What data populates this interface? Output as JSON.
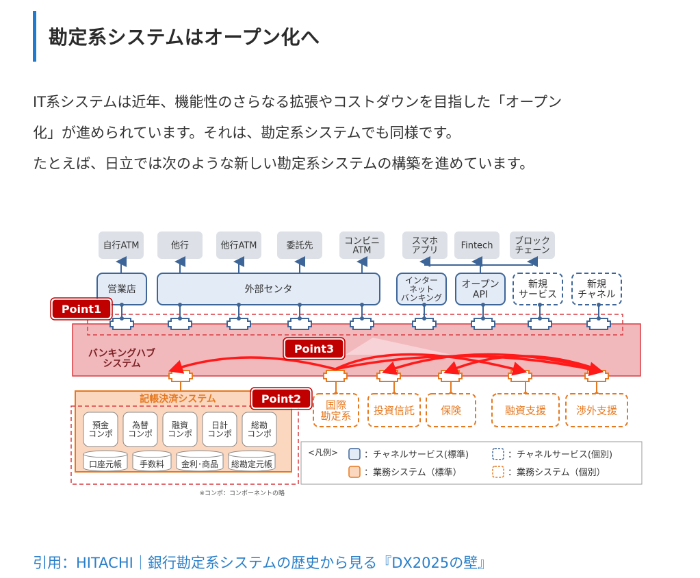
{
  "article": {
    "heading": "勘定系システムはオープン化へ",
    "paragraph_lines": [
      "IT系システムは近年、機能性のさらなる拡張やコストダウンを目指した「オープン",
      "化」が進められています。それは、勘定系システムでも同様です。",
      "たとえば、日立では次のような新しい勘定系システムの構築を進めています。"
    ],
    "citation": "引用：HITACHI｜銀行勘定系システムの歴史から見る『DX2025の壁』"
  },
  "diagram": {
    "top_endpoints": [
      {
        "label": [
          "自行ATM"
        ]
      },
      {
        "label": [
          "他行"
        ]
      },
      {
        "label": [
          "他行ATM"
        ]
      },
      {
        "label": [
          "委託先"
        ]
      },
      {
        "label": [
          "コンビニ",
          "ATM"
        ]
      },
      {
        "label": [
          "スマホ",
          "アプリ"
        ]
      },
      {
        "label": [
          "Fintech"
        ]
      },
      {
        "label": [
          "ブロック",
          "チェーン"
        ]
      }
    ],
    "channels": [
      {
        "label": [
          "営業店"
        ],
        "style": "standard"
      },
      {
        "label": [
          "外部センタ"
        ],
        "style": "standard"
      },
      {
        "label": [
          "インター",
          "ネット",
          "バンキング"
        ],
        "style": "standard"
      },
      {
        "label": [
          "オープン",
          "API"
        ],
        "style": "standard"
      },
      {
        "label": [
          "新規",
          "サービス"
        ],
        "style": "individual"
      },
      {
        "label": [
          "新規",
          "チャネル"
        ],
        "style": "individual"
      }
    ],
    "hub_label": [
      "バンキングハブ",
      "システム"
    ],
    "points": [
      "Point1",
      "Point2",
      "Point3"
    ],
    "core_system": {
      "title": "記帳決済システム",
      "components": [
        [
          "預金",
          "コンポ"
        ],
        [
          "為替",
          "コンポ"
        ],
        [
          "融資",
          "コンポ"
        ],
        [
          "日計",
          "コンポ"
        ],
        [
          "総勘",
          "コンポ"
        ]
      ],
      "ledgers": [
        "口座元帳",
        "手数料",
        "金利･商品",
        "総勘定元帳"
      ]
    },
    "business_systems": [
      {
        "label": [
          "国際",
          "勘定系"
        ]
      },
      {
        "label": [
          "投資信託"
        ]
      },
      {
        "label": [
          "保険"
        ]
      },
      {
        "label": [
          "融資支援"
        ]
      },
      {
        "label": [
          "渉外支援"
        ]
      }
    ],
    "legend": {
      "title": "<凡例>",
      "items": [
        "：チャネルサービス(標準)",
        "：チャネルサービス(個別)",
        "：業務システム（標準）",
        "：業務システム（個別）"
      ]
    },
    "footnote": "※コンポ：コンポーネントの略",
    "colors": {
      "channel_fill": "#e3ebf7",
      "channel_stroke": "#3d6597",
      "endpoint_fill": "#dde1e7",
      "hub_fill": "#f2b9bd",
      "hub_stroke": "#d93a40",
      "point_fill": "#c00000",
      "business_stroke": "#e6781e",
      "core_fill": "#fbd7bf",
      "arrow": "#ff1a1a"
    }
  }
}
